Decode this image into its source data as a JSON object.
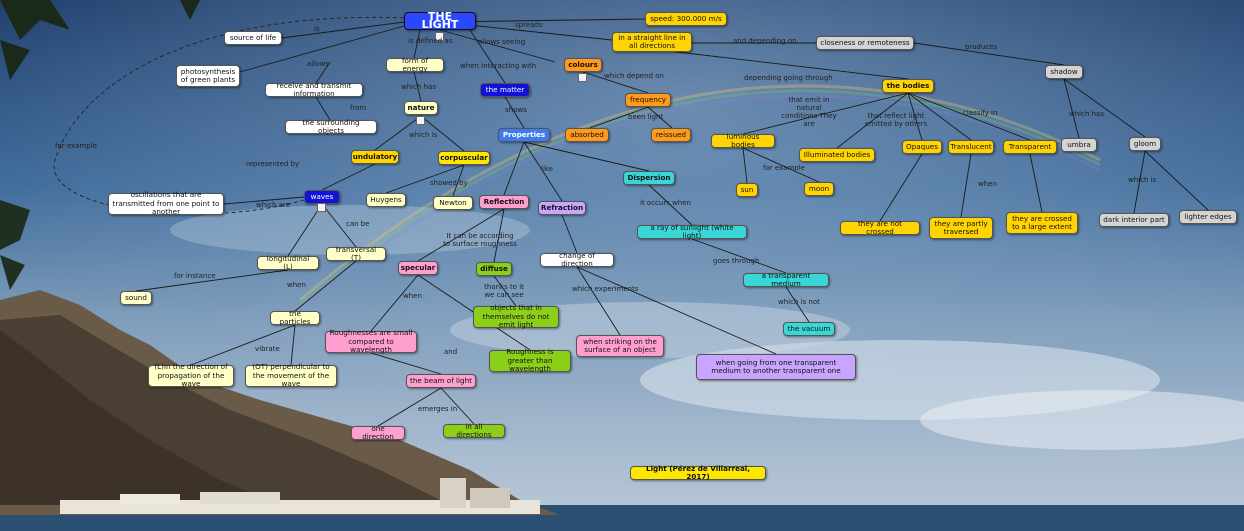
{
  "map": {
    "title": "THE LIGHT",
    "credit": "Light (Pérez de Villarreal, 2017)"
  },
  "concepts": {
    "speed": "speed: 300.000 m/s",
    "straight_line": "in a straight line in all directions",
    "closeness": "closeness or remoteness",
    "shadow": "shadow",
    "source_of_life": "source of life",
    "photosynthesis": "photosynthesis of green plants",
    "receive_info": "receive and transmit information",
    "surrounding_objects": "the surrounding objects",
    "form_of_energy": "form of energy",
    "nature": "nature",
    "matter": "the matter",
    "colours": "colours",
    "frequency": "frequency",
    "absorbed": "absorbed",
    "reissued": "reissued",
    "properties": "Properties",
    "undulatory": "undulatory",
    "corpuscular": "corpuscular",
    "huygens": "Huygens",
    "newton": "Newton",
    "waves": "waves",
    "oscillations": "oscillations that are transmitted from one point to another",
    "longitudinal": "longitudinal (L)",
    "transversal": "transversal (T)",
    "sound": "sound",
    "particles": "the particles",
    "l_direction": "(L)in the direction of propagation of the wave",
    "ot_perpendicular": "(OT) perpendicular to the movement of the wave",
    "reflection": "Reflection",
    "refraction": "Refraction",
    "dispersion": "Dispersion",
    "specular": "specular",
    "diffuse": "diffuse",
    "objects_no_light": "objects that in themselves do not emit light",
    "roughness_small": "Roughnesses are small compared to wavelength",
    "roughness_greater": "Roughness is greater than wavelength",
    "beam_of_light": "the beam of light",
    "one_direction": "one direction",
    "all_directions": "in all directions",
    "change_direction": "change of direction",
    "striking_surface": "when striking on the surface of an object",
    "transparent_to_transparent": "when going from one transparent medium to another transparent one",
    "ray_sunlight": "a ray of sunlight (white light)",
    "transparent_medium": "a transparent medium",
    "vacuum": "the vacuum",
    "bodies": "the bodies",
    "luminous_bodies": "luminous bodies",
    "illuminated_bodies": "Illuminated bodies",
    "sun": "sun",
    "moon": "moon",
    "opaques": "Opaques",
    "translucent": "Translucent",
    "transparent": "Transparent",
    "not_crossed": "they are not crossed",
    "partly_traversed": "they are partly traversed",
    "crossed_large": "they are crossed to a large extent",
    "umbra": "umbra",
    "gloom": "gloom",
    "dark_interior": "dark interior part",
    "lighter_edges": "lighter edges"
  },
  "links": {
    "spreads": "spreads",
    "is": "is",
    "is_defined_as": "is defined as",
    "allows_seeing": "allows seeing",
    "allows": "allows",
    "from": "from",
    "which_has": "which has",
    "which_is": "which is",
    "when_interacting": "when interacting with",
    "shows": "shows",
    "which_depend_on": "which depend on",
    "been_light": "been light",
    "and_depending_on": "and depending on",
    "produces": "produces",
    "depending_going": "depending going through",
    "that_emit": "that emit in natural conditions They are",
    "that_reflect": "that reflect light emitted by others",
    "classify_in": "classify in",
    "for_example": "for example",
    "when": "when",
    "which_has2": "which has",
    "which_is2": "which is",
    "represented_by": "represented by",
    "showed_by": "showed by",
    "which_are": "which are",
    "can_be": "can be",
    "for_instance": "for instance",
    "when2": "when",
    "vibrate": "vibrate",
    "like": "like",
    "it_occurs_when": "it occurs when",
    "according_roughness": "It can be according to surface roughness",
    "thanks_to_it": "thanks to it we can see",
    "when3": "when",
    "and": "and",
    "emerges_in": "emerges in",
    "which_experiments": "which experiments",
    "goes_through": "goes through",
    "which_is_not": "which is not",
    "for_example_left": "for example"
  },
  "colors": {
    "sky_top": "#1e3f6e",
    "sky_mid": "#5d82a8",
    "sea": "#2b4f72",
    "title_bg": "#2a48ff"
  }
}
